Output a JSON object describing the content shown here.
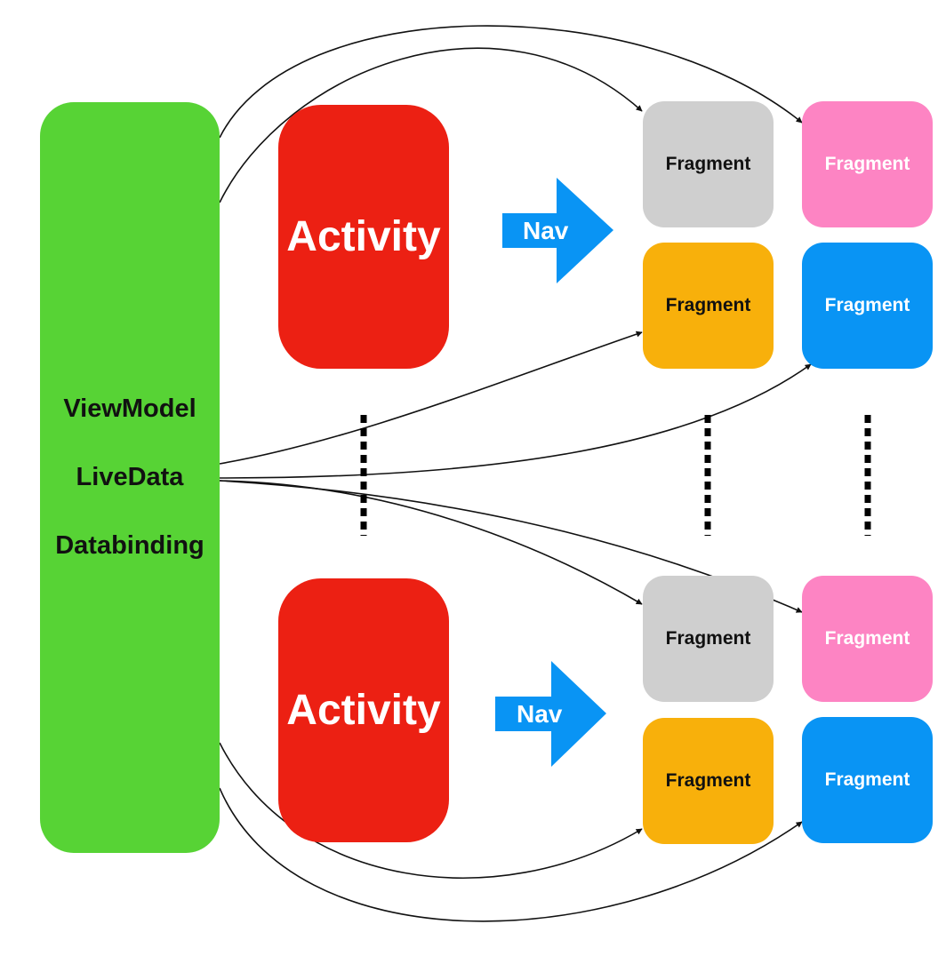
{
  "viewmodel": {
    "line1": "ViewModel",
    "line2": "LiveData",
    "line3": "Databinding",
    "color": "#57d335"
  },
  "activities": [
    {
      "label": "Activity",
      "color": "#ec2013"
    },
    {
      "label": "Activity",
      "color": "#ec2013"
    }
  ],
  "nav": [
    {
      "label": "Nav",
      "color": "#0994f4"
    },
    {
      "label": "Nav",
      "color": "#0994f4"
    }
  ],
  "fragments": [
    {
      "label": "Fragment",
      "color": "#cfcfcf",
      "text_color": "#111111"
    },
    {
      "label": "Fragment",
      "color": "#fd84c3",
      "text_color": "#ffffff"
    },
    {
      "label": "Fragment",
      "color": "#f8b00b",
      "text_color": "#111111"
    },
    {
      "label": "Fragment",
      "color": "#0994f4",
      "text_color": "#ffffff"
    },
    {
      "label": "Fragment",
      "color": "#cfcfcf",
      "text_color": "#111111"
    },
    {
      "label": "Fragment",
      "color": "#fd84c3",
      "text_color": "#ffffff"
    },
    {
      "label": "Fragment",
      "color": "#f8b00b",
      "text_color": "#111111"
    },
    {
      "label": "Fragment",
      "color": "#0994f4",
      "text_color": "#ffffff"
    }
  ]
}
